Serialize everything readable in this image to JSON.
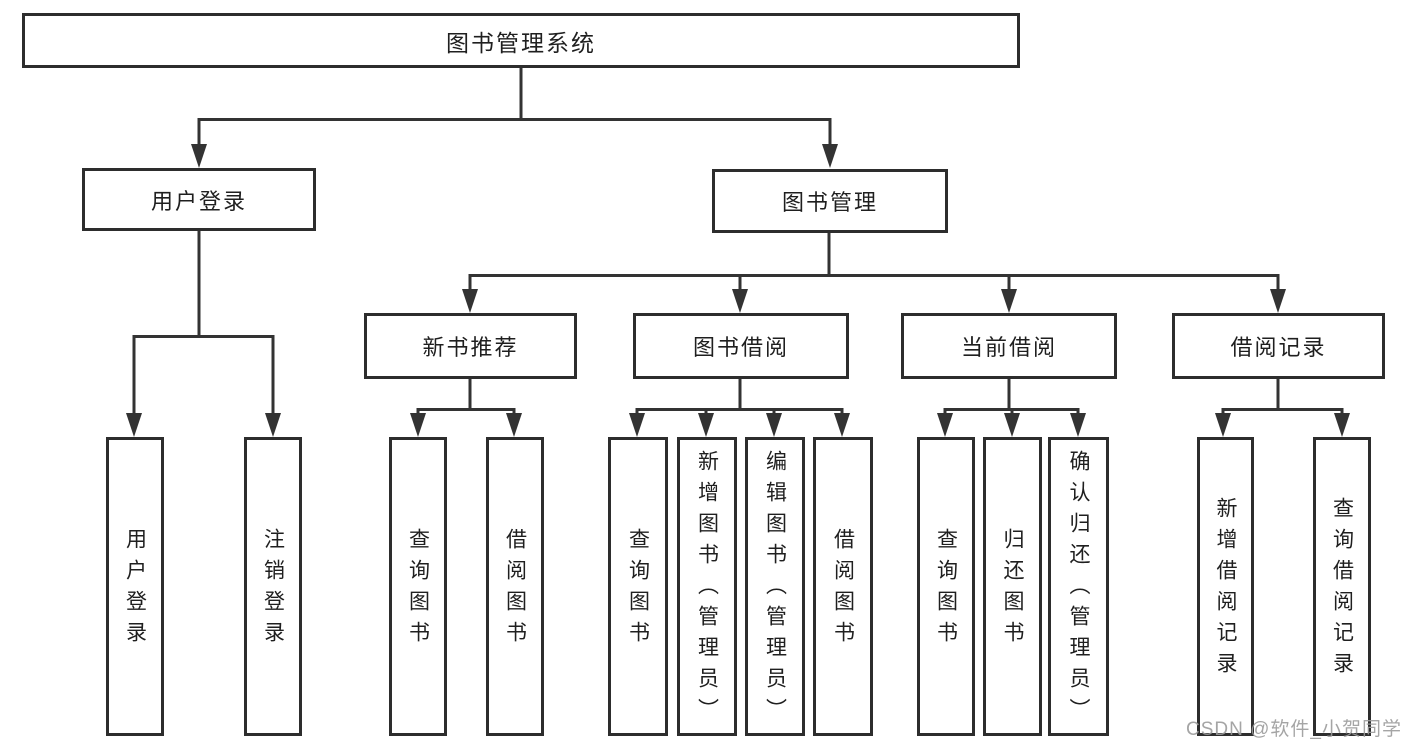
{
  "diagram": {
    "title": "图书管理系统",
    "watermark": "CSDN @软件_小贺同学",
    "colors": {
      "line": "#333333",
      "box_border": "#2d2d2d",
      "text": "#1f1f1f",
      "watermark": "#9b9b9b",
      "background": "#ffffff"
    },
    "nodes": {
      "root": "图书管理系统",
      "user_login": "用户登录",
      "book_mgmt": "图书管理",
      "new_book_rec": "新书推荐",
      "book_borrow": "图书借阅",
      "current_borrow": "当前借阅",
      "borrow_records": "借阅记录",
      "leaf_login": "用户登录",
      "leaf_logout": "注销登录",
      "rec_query_book": "查询图书",
      "rec_borrow_book": "借阅图书",
      "bb_query_book": "查询图书",
      "bb_add_book": "新增图书（管理员）",
      "bb_edit_book": "编辑图书（管理员）",
      "bb_borrow_book": "借阅图书",
      "cb_query_book": "查询图书",
      "cb_return_book": "归还图书",
      "cb_confirm_return": "确认归还（管理员）",
      "br_add_record": "新增借阅记录",
      "br_query_record": "查询借阅记录"
    }
  }
}
